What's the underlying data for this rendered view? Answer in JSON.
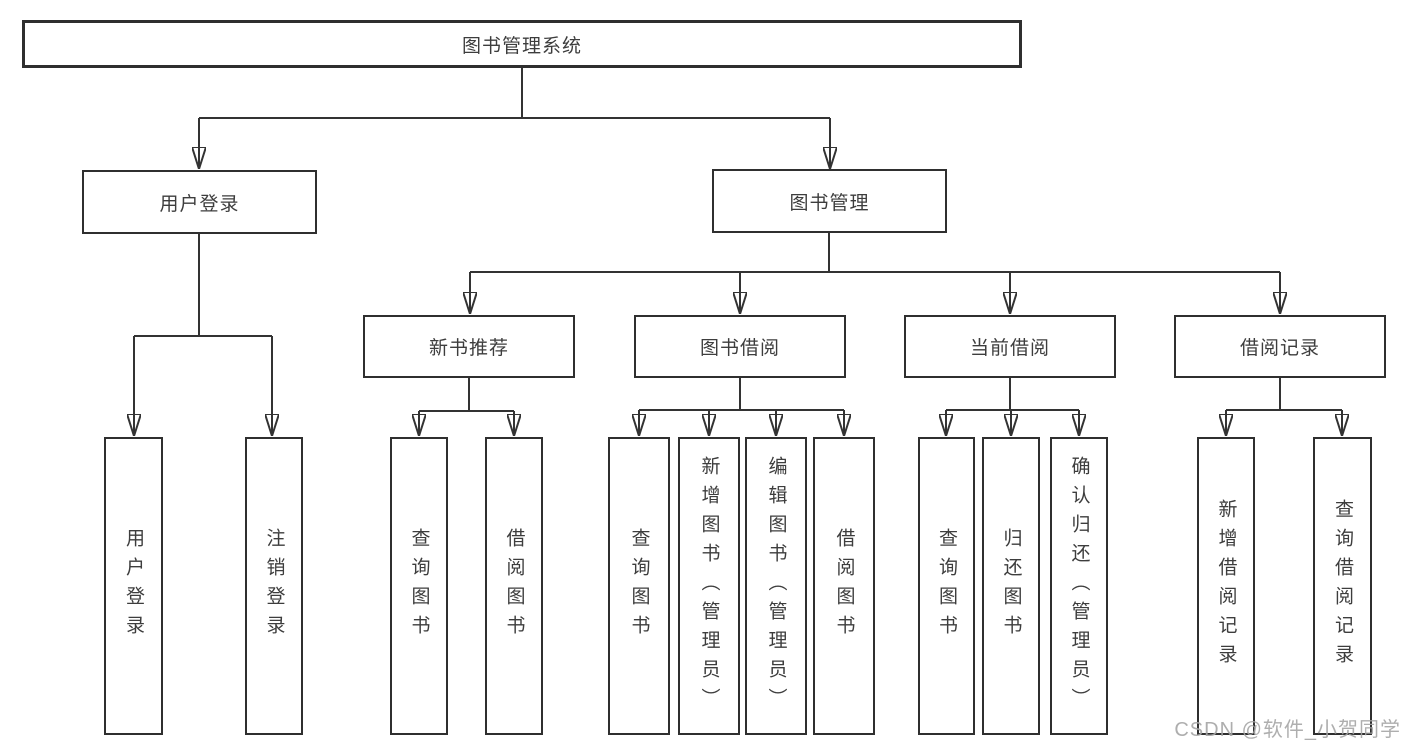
{
  "diagram": {
    "title": "图书管理系统",
    "branches": [
      {
        "label": "用户登录",
        "children": [
          {
            "label": "用户登录"
          },
          {
            "label": "注销登录"
          }
        ]
      },
      {
        "label": "图书管理",
        "children": [
          {
            "label": "新书推荐",
            "children": [
              {
                "label": "查询图书"
              },
              {
                "label": "借阅图书"
              }
            ]
          },
          {
            "label": "图书借阅",
            "children": [
              {
                "label": "查询图书"
              },
              {
                "label": "新增图书（管理员）"
              },
              {
                "label": "编辑图书（管理员）"
              },
              {
                "label": "借阅图书"
              }
            ]
          },
          {
            "label": "当前借阅",
            "children": [
              {
                "label": "查询图书"
              },
              {
                "label": "归还图书"
              },
              {
                "label": "确认归还（管理员）"
              }
            ]
          },
          {
            "label": "借阅记录",
            "children": [
              {
                "label": "新增借阅记录"
              },
              {
                "label": "查询借阅记录"
              }
            ]
          }
        ]
      }
    ]
  },
  "watermark": {
    "text": "CSDN @软件_小贺同学"
  },
  "colors": {
    "line": "#333333",
    "box_border": "#2f2f2f",
    "text": "#3d3d3d",
    "watermark": "#a5a5a5"
  }
}
